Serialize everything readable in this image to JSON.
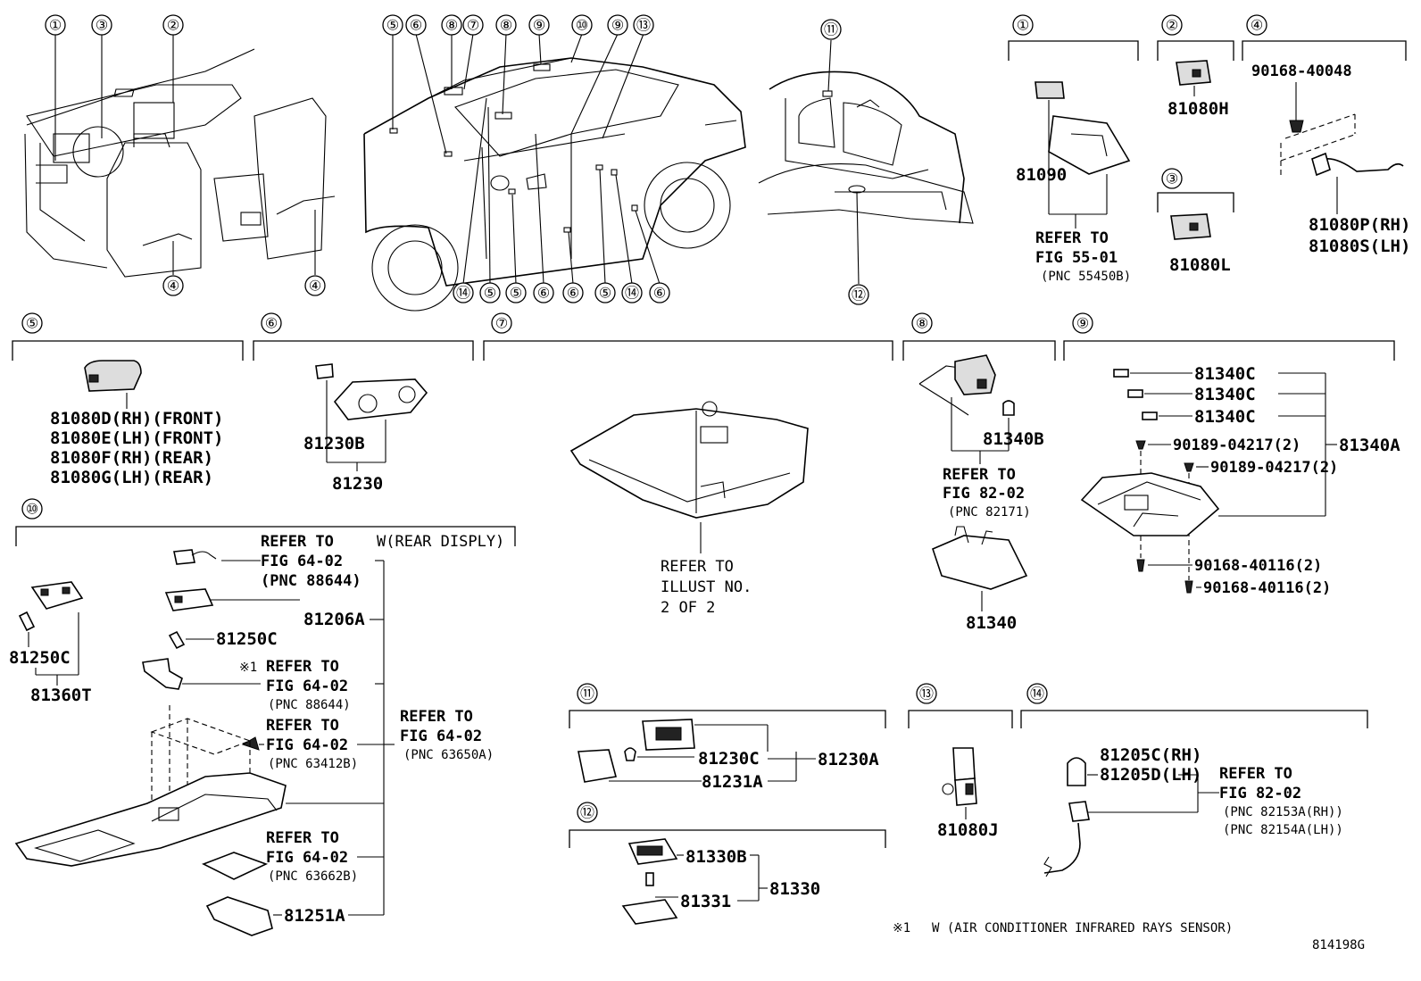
{
  "overview": {
    "callouts": [
      "①",
      "③",
      "②",
      "④",
      "④",
      "⑤",
      "⑥",
      "⑧",
      "⑦",
      "⑧",
      "⑨",
      "⑩",
      "⑨",
      "⑬",
      "⑭",
      "⑤",
      "⑤",
      "⑥",
      "⑥",
      "⑤",
      "⑭",
      "⑥",
      "⑪",
      "⑫"
    ]
  },
  "sections": {
    "s1": {
      "num": "①",
      "part": "81090",
      "refer": [
        "REFER TO",
        "FIG 55-01",
        "(PNC 55450B)"
      ]
    },
    "s2": {
      "num": "②",
      "part": "81080H"
    },
    "s3": {
      "num": "③",
      "part": "81080L"
    },
    "s4": {
      "num": "④",
      "bolt": "90168-40048",
      "parts": [
        "81080P(RH)",
        "81080S(LH)"
      ]
    },
    "s5": {
      "num": "⑤",
      "parts": [
        "81080D(RH)(FRONT)",
        "81080E(LH)(FRONT)",
        "81080F(RH)(REAR)",
        "81080G(LH)(REAR)"
      ]
    },
    "s6": {
      "num": "⑥",
      "sub": "81230B",
      "main": "81230"
    },
    "s7": {
      "num": "⑦",
      "refer": [
        "REFER TO",
        "ILLUST NO.",
        "2 OF 2"
      ]
    },
    "s8": {
      "num": "⑧",
      "bulb": "81340B",
      "refer": [
        "REFER TO",
        "FIG 82-02",
        "(PNC 82171)"
      ],
      "main": "81340"
    },
    "s9": {
      "num": "⑨",
      "bulbs": [
        "81340C",
        "81340C",
        "81340C"
      ],
      "screws1": [
        "90189-04217(2)",
        "90189-04217(2)"
      ],
      "screws2": [
        "90168-40116(2)",
        "90168-40116(2)"
      ],
      "assy": "81340A"
    },
    "s10": {
      "num": "⑩",
      "cond": "W(REAR DISPLY)",
      "ref_a": [
        "REFER TO",
        "FIG 64-02",
        "(PNC 88644)"
      ],
      "part_a": "81206A",
      "bulb_a": "81250C",
      "ref_b_mark": "※1",
      "ref_b": [
        "REFER TO",
        "FIG 64-02",
        "(PNC 88644)"
      ],
      "ref_c": [
        "REFER TO",
        "FIG 64-02",
        "(PNC 63412B)"
      ],
      "ref_main": [
        "REFER TO",
        "FIG 64-02",
        "(PNC 63650A)"
      ],
      "ref_d": [
        "REFER TO",
        "FIG 64-02",
        "(PNC 63662B)"
      ],
      "part_e": "81251A",
      "side_bulb": "81250C",
      "side_assy": "81360T"
    },
    "s11": {
      "num": "⑪",
      "sub1": "81230C",
      "sub2": "81231A",
      "assy": "81230A"
    },
    "s12": {
      "num": "⑫",
      "sub1": "81330B",
      "sub2": "81331",
      "assy": "81330"
    },
    "s13": {
      "num": "⑬",
      "part": "81080J"
    },
    "s14": {
      "num": "⑭",
      "parts": [
        "81205C(RH)",
        "81205D(LH)"
      ],
      "refer": [
        "REFER TO",
        "FIG 82-02",
        "(PNC 82153A(RH))",
        "(PNC 82154A(LH))"
      ]
    }
  },
  "footnote": {
    "mark": "※1",
    "text": "W (AIR CONDITIONER INFRARED RAYS SENSOR)"
  },
  "diagram_id": "814198G"
}
